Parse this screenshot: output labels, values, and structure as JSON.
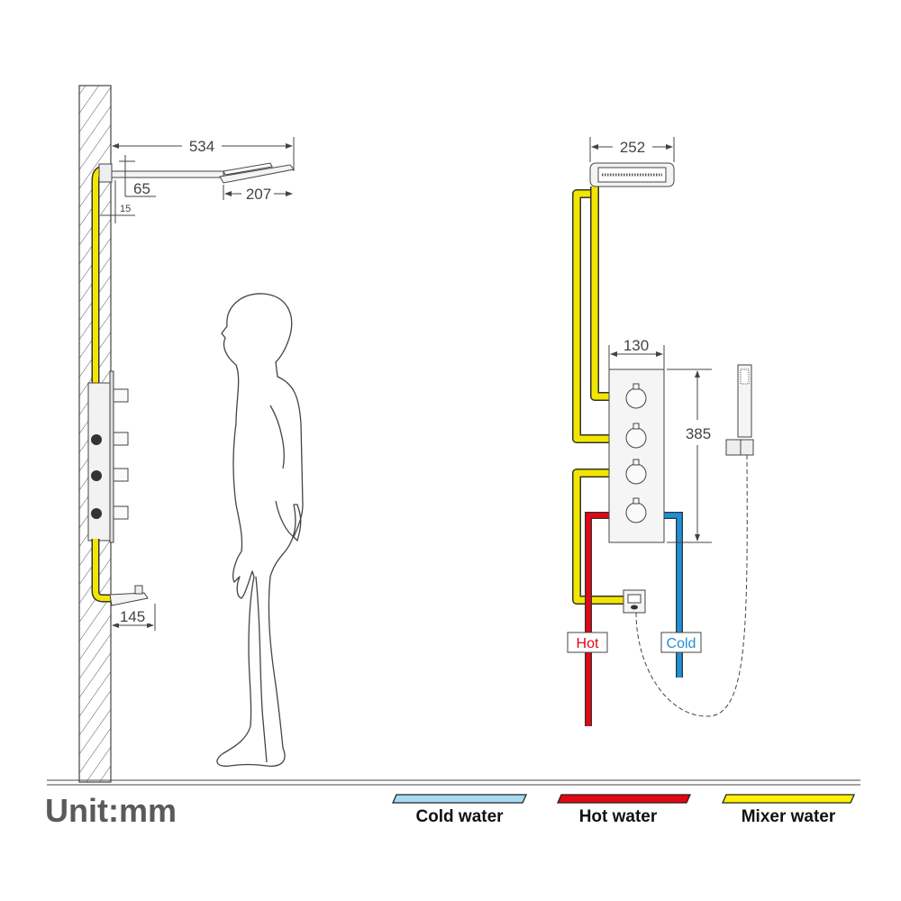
{
  "dimensions": {
    "arm_length": "534",
    "arm_drop": "65",
    "wall_gap": "15",
    "head_width_side": "207",
    "spout_length": "145",
    "head_width_front": "252",
    "valve_width": "130",
    "valve_height": "385"
  },
  "labels": {
    "hot": "Hot",
    "cold": "Cold"
  },
  "unit": "Unit:mm",
  "legend": [
    {
      "label": "Cold water",
      "color": "#a8daf2"
    },
    {
      "label": "Hot water",
      "color": "#e30613"
    },
    {
      "label": "Mixer water",
      "color": "#fff200"
    }
  ],
  "colors": {
    "hot_pipe": "#e30613",
    "cold_pipe": "#1e90d6",
    "mixer_pipe": "#f2e600",
    "line": "#444444"
  }
}
